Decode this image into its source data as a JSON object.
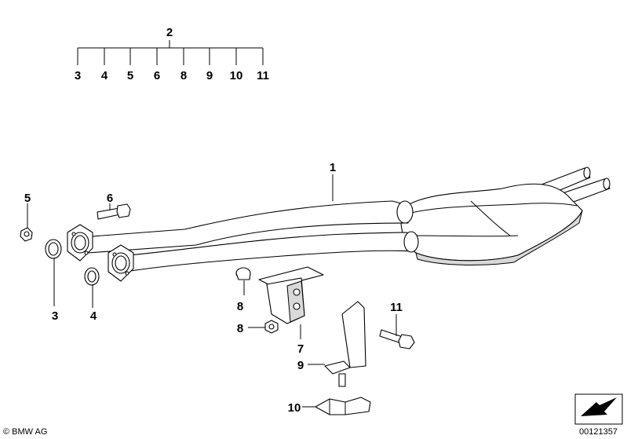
{
  "diagram": {
    "group_label": "2",
    "group_members": [
      "3",
      "4",
      "5",
      "6",
      "8",
      "9",
      "10",
      "11"
    ],
    "callouts": {
      "p1": "1",
      "p3": "3",
      "p4": "4",
      "p5": "5",
      "p6": "6",
      "p7": "7",
      "p8a": "8",
      "p8b": "8",
      "p9": "9",
      "p10": "10",
      "p11": "11"
    },
    "copyright": "© BMW AG",
    "image_number": "00121357"
  }
}
